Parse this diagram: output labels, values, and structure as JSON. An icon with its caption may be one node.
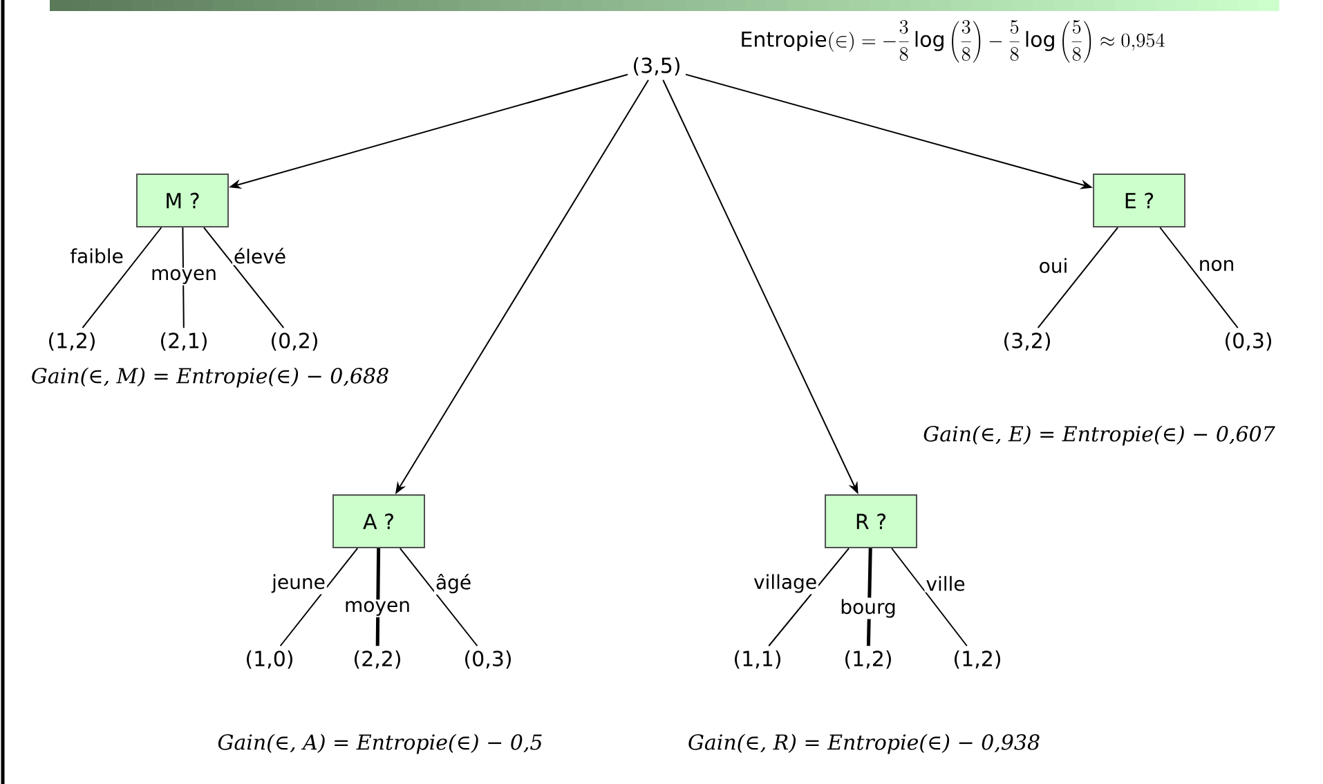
{
  "diagram": {
    "nodes": [
      {
        "text": [
          "(3,5)"
        ]
      },
      {
        "text": [
          "M ?"
        ]
      },
      {
        "text": [
          "(1,2)"
        ]
      },
      {
        "text": [
          "(2,1)"
        ]
      },
      {
        "text": [
          "(0,2)"
        ]
      },
      {
        "text": [
          "A ?"
        ]
      },
      {
        "text": [
          "(1,0)"
        ]
      },
      {
        "text": [
          "(2,2)"
        ]
      },
      {
        "text": [
          "(0,3)"
        ]
      },
      {
        "text": [
          "R ?"
        ]
      },
      {
        "text": [
          "(1,1)"
        ]
      },
      {
        "text": [
          "(1,2)"
        ]
      },
      {
        "text": [
          "(1,2)"
        ]
      },
      {
        "text": [
          "E ?"
        ]
      },
      {
        "text": [
          "(3,2)"
        ]
      },
      {
        "text": [
          "(0,3)"
        ]
      }
    ],
    "edges": [
      {
        "from": 0,
        "to": 1,
        "arrow": "to"
      },
      {
        "from": 0,
        "to": 5,
        "arrow": "to"
      },
      {
        "from": 0,
        "to": 9,
        "arrow": "to"
      },
      {
        "from": 0,
        "to": 13,
        "arrow": "to"
      },
      {
        "from": 1,
        "to": 2,
        "arrow": "none",
        "label": "faible"
      },
      {
        "from": 1,
        "to": 3,
        "arrow": "none",
        "label": "moyen"
      },
      {
        "from": 1,
        "to": 4,
        "arrow": "none",
        "label": "élevé"
      },
      {
        "from": 5,
        "to": 6,
        "arrow": "none",
        "label": "jeune"
      },
      {
        "from": 5,
        "to": 7,
        "arrow": "none",
        "label": "moyen",
        "style": "thick"
      },
      {
        "from": 5,
        "to": 8,
        "arrow": "none",
        "label": "âgé"
      },
      {
        "from": 9,
        "to": 10,
        "arrow": "none",
        "label": "village"
      },
      {
        "from": 9,
        "to": 11,
        "arrow": "none",
        "label": "bourg",
        "style": "thick"
      },
      {
        "from": 9,
        "to": 12,
        "arrow": "none",
        "label": "ville"
      },
      {
        "from": 13,
        "to": 14,
        "arrow": "none",
        "label": "oui"
      },
      {
        "from": 13,
        "to": 15,
        "arrow": "none",
        "label": "non"
      }
    ],
    "labels": [
      "\\mathrm{Entropie}(\\in) = -\\frac{3}{8}\\log\\left(\\frac{3}{8}\\right) - \\frac{5}{8}\\log\\left(\\frac{5}{8}\\right) \\approx 0{,}954",
      "Gain(∈, M) = Entropie(∈) − 0,688",
      "Gain(∈, E) = Entropie(∈) − 0,607",
      "Gain(∈, A) = Entropie(∈) − 0,5",
      "Gain(∈, R) = Entropie(∈) − 0,938"
    ]
  }
}
